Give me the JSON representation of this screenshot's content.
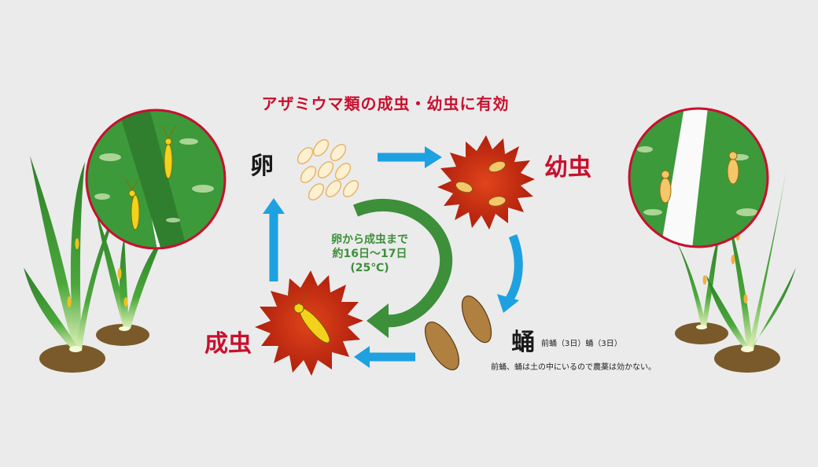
{
  "title": "アザミウマ類の成虫・幼虫に有効",
  "stages": {
    "egg": "卵",
    "larva": "幼虫",
    "pupa": "蛹",
    "adult": "成虫"
  },
  "cycle": {
    "line1": "卵から成虫まで",
    "line2": "約16日〜17日",
    "line3": "(25℃)"
  },
  "pupa_detail": "前蛹（3日）蛹（3日）",
  "pupa_note": "前蛹、蛹は土の中にいるので農薬は効かない。",
  "colors": {
    "accent_red": "#c8102e",
    "arrow_blue": "#1da1e0",
    "cycle_green": "#3d8f3a",
    "burst_red": "#c62a12",
    "leaf_green": "#3fa03a"
  }
}
